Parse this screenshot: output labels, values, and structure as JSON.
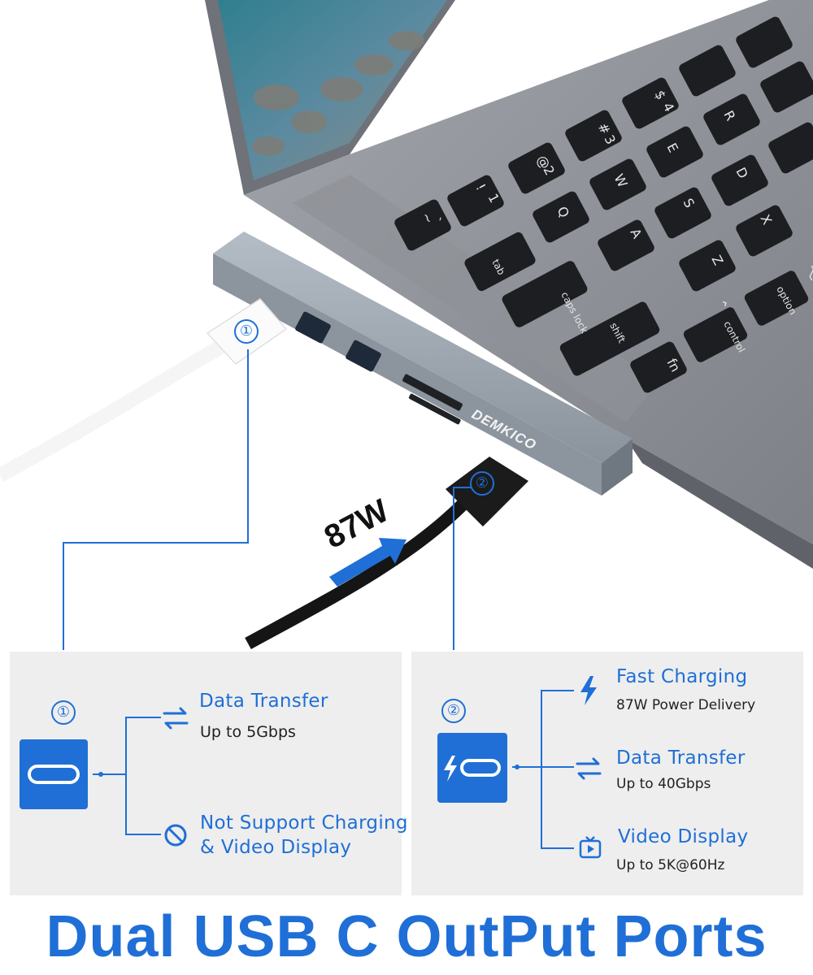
{
  "brand": "DEMKICO",
  "power_label": "87W",
  "headline": "Dual USB C OutPut Ports",
  "keyboard_keys": [
    "!",
    "1",
    "@",
    "2",
    "#",
    "3",
    "$",
    "4",
    "~",
    "`",
    "Q",
    "W",
    "E",
    "R",
    "tab",
    "A",
    "S",
    "D",
    "caps lock",
    "Z",
    "X",
    "shift",
    "fn",
    "control",
    "option",
    "⌥",
    "⌃"
  ],
  "port_1": {
    "number": "①",
    "features": [
      {
        "icon": "transfer-arrows-icon",
        "title": "Data Transfer",
        "subtitle": "Up to 5Gbps"
      },
      {
        "icon": "prohibited-icon",
        "title": "Not Support Charging",
        "subtitle": "& Video Display"
      }
    ]
  },
  "port_2": {
    "number": "②",
    "features": [
      {
        "icon": "lightning-icon",
        "title": "Fast Charging",
        "subtitle": "87W Power Delivery"
      },
      {
        "icon": "transfer-arrows-icon",
        "title": "Data Transfer",
        "subtitle": "Up to 40Gbps"
      },
      {
        "icon": "video-display-icon",
        "title": "Video Display",
        "subtitle": "Up to 5K@60Hz"
      }
    ]
  },
  "colors": {
    "accent": "#1f6fd6",
    "panel": "#eeeeee",
    "hub": "#9aa3ae",
    "laptop": "#8d9097",
    "key": "#1d1e21"
  }
}
